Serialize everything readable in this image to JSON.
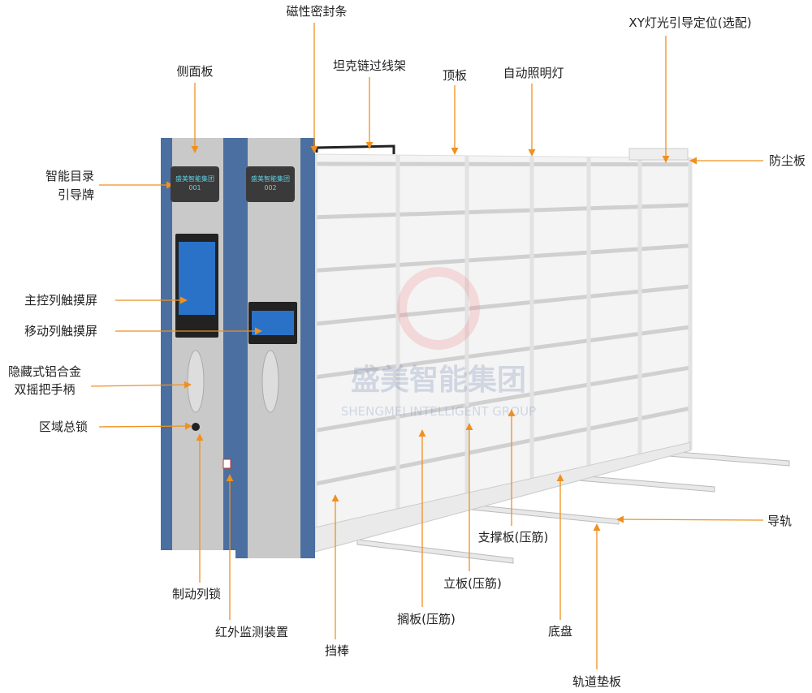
{
  "labels": {
    "magnetic_seal": "磁性密封条",
    "xy_light_guide": "XY灯光引导定位(选配)",
    "side_panel": "侧面板",
    "tank_chain": "坦克链过线架",
    "top_plate": "顶板",
    "auto_light": "自动照明灯",
    "dust_plate": "防尘板",
    "directory_sign_1": "智能目录",
    "directory_sign_2": "引导牌",
    "main_touchscreen": "主控列触摸屏",
    "mobile_touchscreen": "移动列触摸屏",
    "handle_1": "隐藏式铝合金",
    "handle_2": "双摇把手柄",
    "area_lock": "区域总锁",
    "brake_lock": "制动列锁",
    "infrared": "红外监测装置",
    "stop_bar": "挡棒",
    "shelf": "搁板(压筋)",
    "upright": "立板(压筋)",
    "support": "支撑板(压筋)",
    "chassis": "底盘",
    "rail": "导轨",
    "rail_pad": "轨道垫板"
  },
  "signs": [
    {
      "company": "盛美智能集团",
      "number": "001"
    },
    {
      "company": "盛美智能集团",
      "number": "002"
    }
  ],
  "watermark": {
    "cn": "盛美智能集团",
    "en": "SHENGMEI INTELLIGENT GROUP"
  },
  "colors": {
    "arrow": "#f0901e",
    "panel_blue": "#4a6fa0",
    "panel_gray": "#c9c9c9",
    "sign_text": "#5fd4e8"
  }
}
